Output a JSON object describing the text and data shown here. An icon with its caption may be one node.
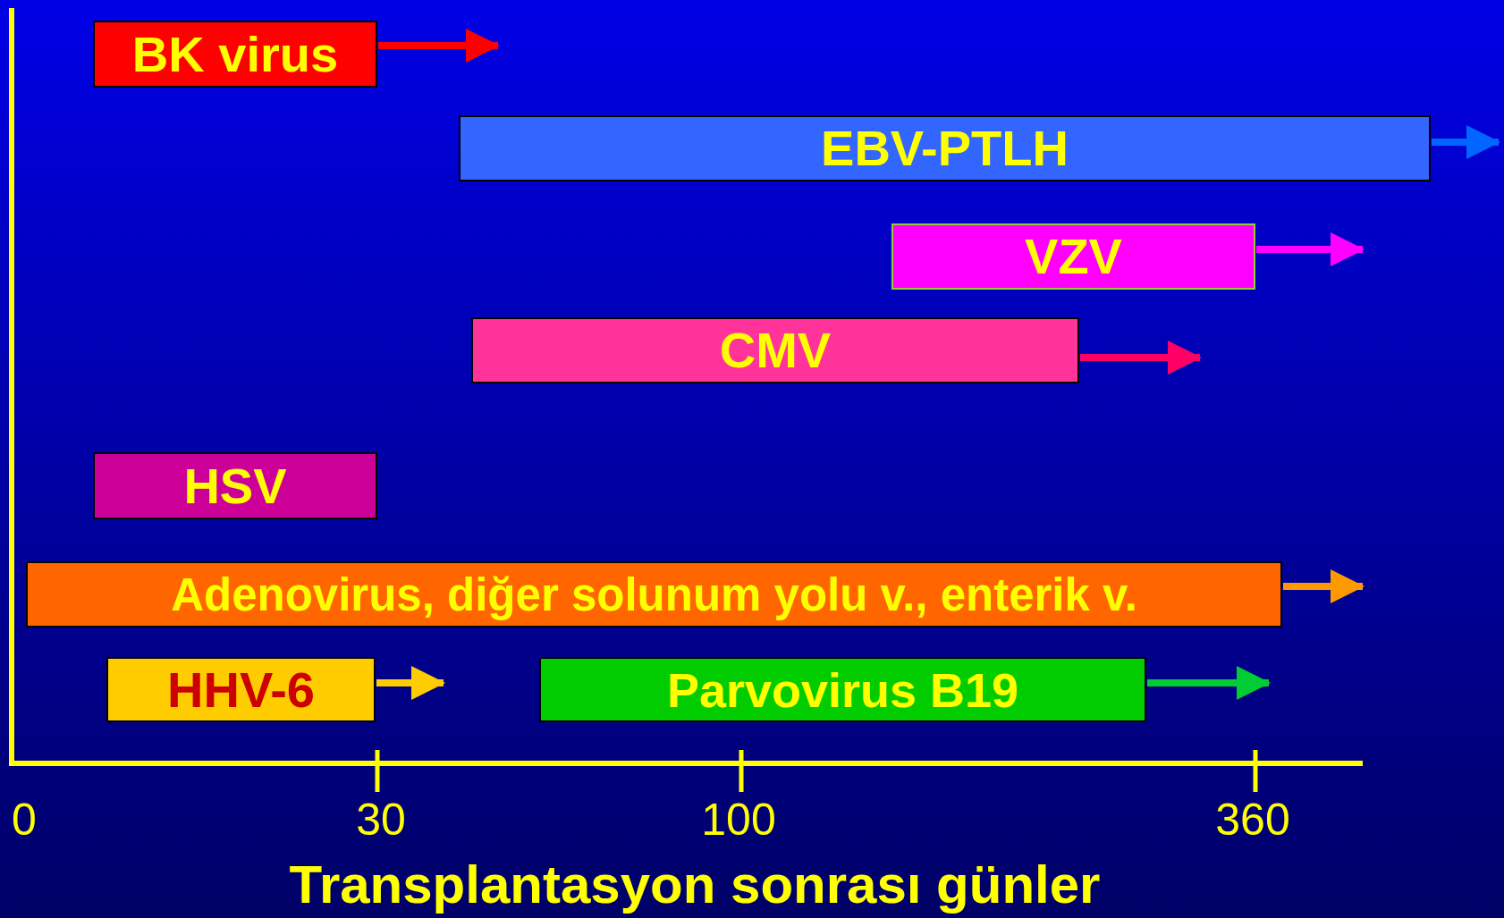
{
  "diagram": {
    "nodes": [
      {
        "text": [
          "BK virus"
        ]
      },
      {
        "text": [
          "EBV-PTLH"
        ]
      },
      {
        "text": [
          "VZV"
        ]
      },
      {
        "text": [
          "CMV"
        ]
      },
      {
        "text": [
          "HSV"
        ]
      },
      {
        "text": [
          "Adenovirus, diğer solunum yolu v., enterik v."
        ]
      },
      {
        "text": [
          "HHV-6"
        ]
      },
      {
        "text": [
          "Parvovirus B19"
        ]
      }
    ],
    "edges": [
      {
        "from": 0,
        "to": null,
        "arrow": "to",
        "color": "#ff0000"
      },
      {
        "from": 1,
        "to": null,
        "arrow": "to",
        "color": "#0066ff"
      },
      {
        "from": 2,
        "to": null,
        "arrow": "to",
        "color": "#ff00ff"
      },
      {
        "from": 3,
        "to": null,
        "arrow": "to",
        "color": "#ff0066"
      },
      {
        "from": 5,
        "to": null,
        "arrow": "to",
        "color": "#ff9900"
      },
      {
        "from": 6,
        "to": null,
        "arrow": "to",
        "color": "#ffcc00"
      },
      {
        "from": 7,
        "to": null,
        "arrow": "to",
        "color": "#00cc33"
      }
    ],
    "labels": [
      "0",
      "30",
      "100",
      "360",
      "Transplantasyon sonrası günler"
    ]
  }
}
